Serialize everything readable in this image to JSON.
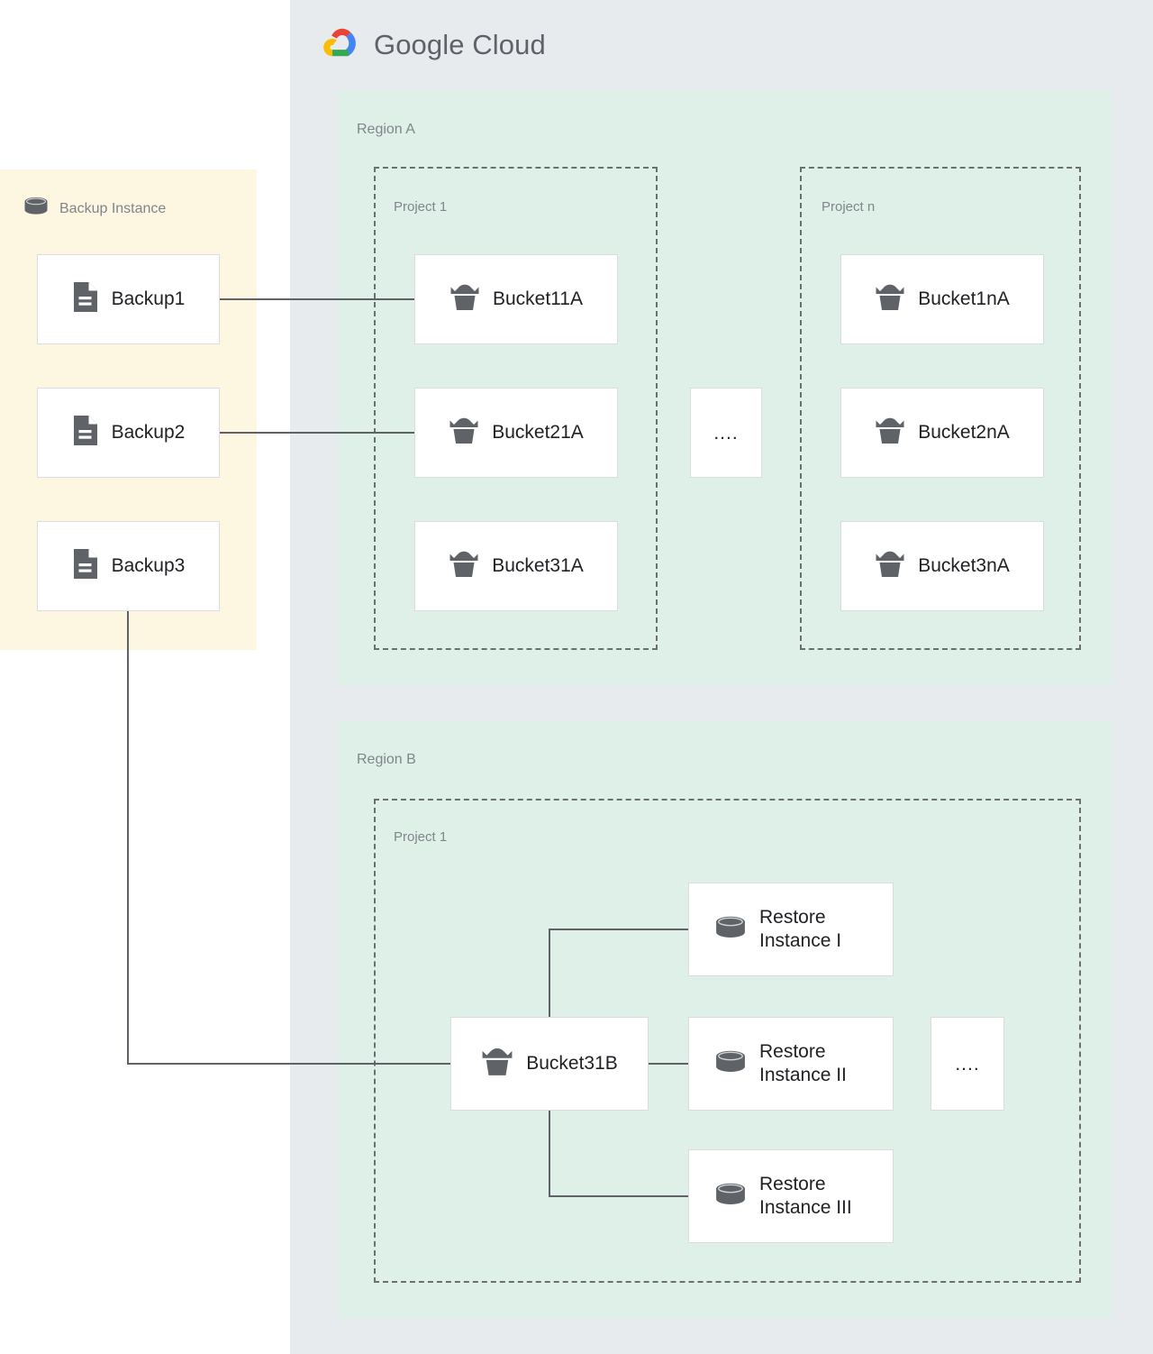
{
  "header": {
    "brand": "Google Cloud",
    "brand_word_1": "Google",
    "brand_word_2": "Cloud",
    "logo_icon": "google-cloud-logo-icon",
    "logo_colors": {
      "red": "#ea4335",
      "blue": "#4285f4",
      "yellow": "#fbbc04",
      "green": "#34a853"
    }
  },
  "colors": {
    "gcp_panel_bg": "#e8ebee",
    "region_bg": "#dff0e8",
    "backup_panel_bg": "#fdf6e0",
    "node_bg": "#ffffff",
    "node_border": "#dadce0",
    "label_text": "#80868b",
    "node_text": "#202124",
    "edge_line": "#5f6368",
    "icon_fill": "#5f6368",
    "project_dash": "#6b6f72"
  },
  "backup_panel": {
    "title": "Backup Instance",
    "title_icon": "database-cylinder-icon",
    "nodes": [
      {
        "label": "Backup1",
        "icon": "document-icon"
      },
      {
        "label": "Backup2",
        "icon": "document-icon"
      },
      {
        "label": "Backup3",
        "icon": "document-icon"
      }
    ]
  },
  "regions": [
    {
      "label": "Region A",
      "projects": [
        {
          "label": "Project 1",
          "nodes": [
            {
              "label": "Bucket11A",
              "icon": "bucket-icon"
            },
            {
              "label": "Bucket21A",
              "icon": "bucket-icon"
            },
            {
              "label": "Bucket31A",
              "icon": "bucket-icon"
            }
          ]
        },
        {
          "label": "Project n",
          "nodes": [
            {
              "label": "Bucket1nA",
              "icon": "bucket-icon"
            },
            {
              "label": "Bucket2nA",
              "icon": "bucket-icon"
            },
            {
              "label": "Bucket3nA",
              "icon": "bucket-icon"
            }
          ]
        }
      ],
      "ellipsis": "...."
    },
    {
      "label": "Region B",
      "projects": [
        {
          "label": "Project 1",
          "nodes": [
            {
              "label": "Bucket31B",
              "icon": "bucket-icon"
            },
            {
              "label": "Restore\nInstance I",
              "icon": "database-cylinder-icon"
            },
            {
              "label": "Restore\nInstance II",
              "icon": "database-cylinder-icon"
            },
            {
              "label": "Restore\nInstance III",
              "icon": "database-cylinder-icon"
            }
          ]
        }
      ],
      "ellipsis": "...."
    }
  ],
  "connections": [
    {
      "from": "Backup1",
      "to": "Bucket11A"
    },
    {
      "from": "Backup2",
      "to": "Bucket21A"
    },
    {
      "from": "Backup3",
      "to": "Bucket31B"
    },
    {
      "from": "Bucket31B",
      "to": "Restore Instance I"
    },
    {
      "from": "Bucket31B",
      "to": "Restore Instance II"
    },
    {
      "from": "Bucket31B",
      "to": "Restore Instance III"
    }
  ]
}
